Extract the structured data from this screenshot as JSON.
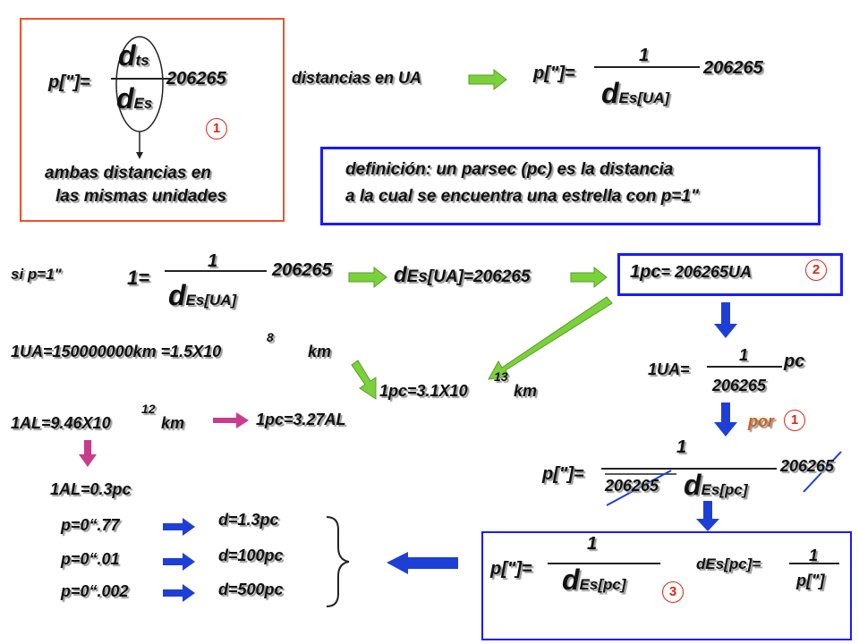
{
  "colors": {
    "box_orange": "#e8542a",
    "box_blue": "#1a1aff",
    "arrow_green": "#7bd13a",
    "arrow_blue": "#1e3fd6",
    "arrow_magenta": "#c73d8b",
    "badge_red": "#d42b1a",
    "text_orange": "#c9621e"
  },
  "icons": [
    "right-arrow-icon",
    "down-arrow-icon",
    "left-arrow-icon",
    "diagonal-arrow-icon",
    "curly-brace-icon",
    "strike-line-icon",
    "circled-number-icon"
  ],
  "box1": {
    "p_label": "p[\"]=",
    "d": "d",
    "num_sub": "ts",
    "den_sub": "Es",
    "constant": "206265",
    "badge": "1",
    "note_line1": "ambas distancias en",
    "note_line2": "las mismas unidades"
  },
  "top": {
    "label": "distancias en UA",
    "p_label": "p[\"]=",
    "numerator": "1",
    "constant": "206265",
    "d": "d",
    "d_sub": "Es[UA]"
  },
  "definition": {
    "line1": "definición: un parsec (pc) es la distancia",
    "line2": "a la cual se encuentra una estrella con  p=1\""
  },
  "row2": {
    "condition": "si p=1\"",
    "lhs": "1=",
    "numerator": "1",
    "constant": "206265",
    "d": "d",
    "d_sub": "Es[UA]",
    "result_d": "d",
    "result_sub": "Es[UA]=206265",
    "pc_box_a": "1pc",
    "pc_box_b": "= 206265UA",
    "badge2": "2"
  },
  "ua": {
    "line": "1UA=150000000km  =1.5X10",
    "exp": "8",
    "unit": "km",
    "pc_km": "1pc=3.1X10",
    "pc_exp": "13",
    "pc_unit": "km"
  },
  "al": {
    "line": "1AL=9.46X10",
    "exp": "12",
    "unit": "km",
    "pc_al": "1pc=3.27AL",
    "al_pc": "1AL=0.3pc"
  },
  "ua_pc": {
    "lhs": "1UA=",
    "numerator": "1",
    "unit": "pc",
    "denominator": "206265",
    "por": "por",
    "badge": "1"
  },
  "sub_eq": {
    "p_label": "p[\"]=",
    "numerator": "1",
    "den_constant": "206265",
    "d": "d",
    "d_sub": "Es[pc]",
    "constant": "206265"
  },
  "examples": [
    {
      "p": "p=0“.77",
      "d": "d=1.3pc"
    },
    {
      "p": "p=0“.01",
      "d": "d=100pc"
    },
    {
      "p": "p=0“.002",
      "d": "d=500pc"
    }
  ],
  "final_box": {
    "p_label": "p[\"]=",
    "numerator": "1",
    "d": "d",
    "d_sub": "Es[pc]",
    "rhs_lhs": "dEs[pc]=",
    "rhs_num": "1",
    "rhs_den": "p[\"]",
    "badge": "3"
  }
}
